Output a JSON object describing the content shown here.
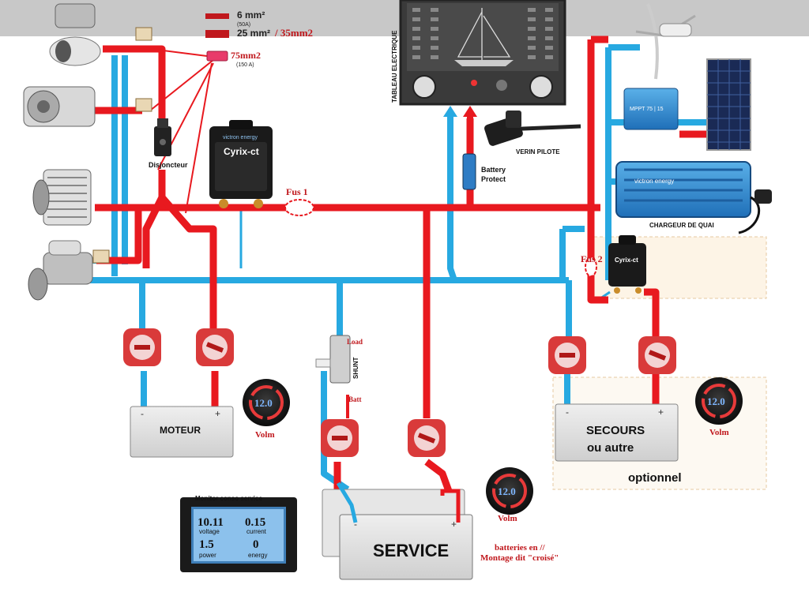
{
  "legend": {
    "wire_6": "6 mm²",
    "wire_6_amp": "(50A)",
    "wire_25": "25 mm²",
    "wire_35": "/ 35mm2",
    "wire_75": "75mm2",
    "wire_75_amp": "(150 A)"
  },
  "labels": {
    "panel": "TABLEAU ELECTRIQUE",
    "pilot": "VERIN PILOTE",
    "battery_protect_1": "Battery",
    "battery_protect_2": "Protect",
    "disconnector": "Disjoncteur",
    "fuse1": "Fus 1",
    "fuse2": "Fus 2",
    "charger": "CHARGEUR DE QUAI",
    "shunt": "SHUNT",
    "load": "Load",
    "batt": "Batt",
    "optional": "optionnel",
    "volm_1": "Volm",
    "volm_2": "Volm",
    "volm_3": "Volm",
    "parallel_1": "batteries en //",
    "parallel_2": "Montage dit \"croisé\""
  },
  "devices": {
    "cyrix_brand": "victron energy",
    "cyrix_name": "Cyrix-ct",
    "cyrix2_name": "Cyrix-ct",
    "mppt_label": "MPPT 75 | 15",
    "charger_brand": "victron energy"
  },
  "batteries": {
    "moteur": "MOTEUR",
    "secours_1": "SECOURS",
    "secours_2": "ou autre",
    "service": "SERVICE",
    "minus": "-",
    "plus": "+"
  },
  "monitor": {
    "title": "Monitor conso service",
    "voltage_value": "10.11",
    "voltage_label": "voltage",
    "current_value": "0.15",
    "current_label": "current",
    "power_value": "1.5",
    "power_label": "power",
    "energy_value": "0",
    "energy_label": "energy"
  },
  "voltmeter_reading": "12.0",
  "colors": {
    "positive_wire": "#e8191f",
    "negative_wire": "#27a9e1",
    "switch_red": "#d93a3a",
    "battery_grey": "#dcdcdc",
    "header_grey": "#c8c8c8",
    "victron_blue": "#2e7cc4",
    "label_red": "#c0181d"
  }
}
